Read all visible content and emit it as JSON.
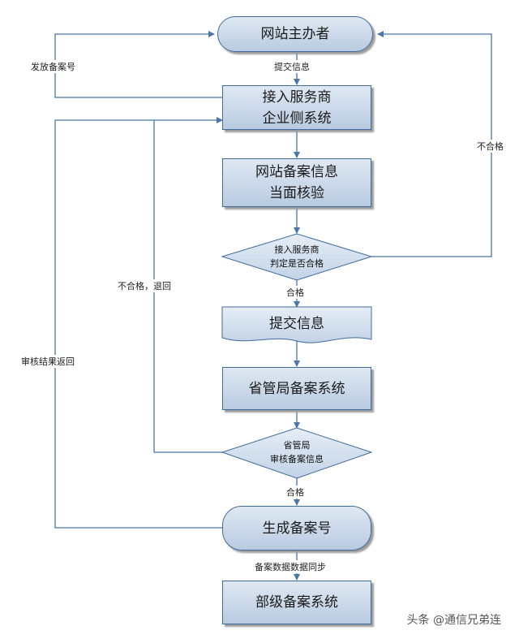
{
  "nodes": {
    "sponsor": "网站主办者",
    "isp_system": "接入服务商\n企业侧系统",
    "verify": "网站备案信息\n当面核验",
    "isp_decision": "接入服务商\n判定是否合格",
    "submit_doc": "提交信息",
    "provincial_system": "省管局备案系统",
    "provincial_review": "省管局\n审核备案信息",
    "generate_id": "生成备案号",
    "ministry_system": "部级备案系统"
  },
  "labels": {
    "submit_info": "提交信息",
    "issue_id": "发放备案号",
    "fail_right": "不合格",
    "fail_return": "不合格，退回",
    "review_return": "审核结果返回",
    "pass_1": "合格",
    "pass_2": "合格",
    "sync": "备案数据数据同步"
  },
  "watermark": "头条 @通信兄弟连",
  "colors": {
    "line": "#4a76a8",
    "box_top": "#dfe8f3",
    "box_bottom": "#b9cbe0",
    "border": "#3e6c9c"
  }
}
